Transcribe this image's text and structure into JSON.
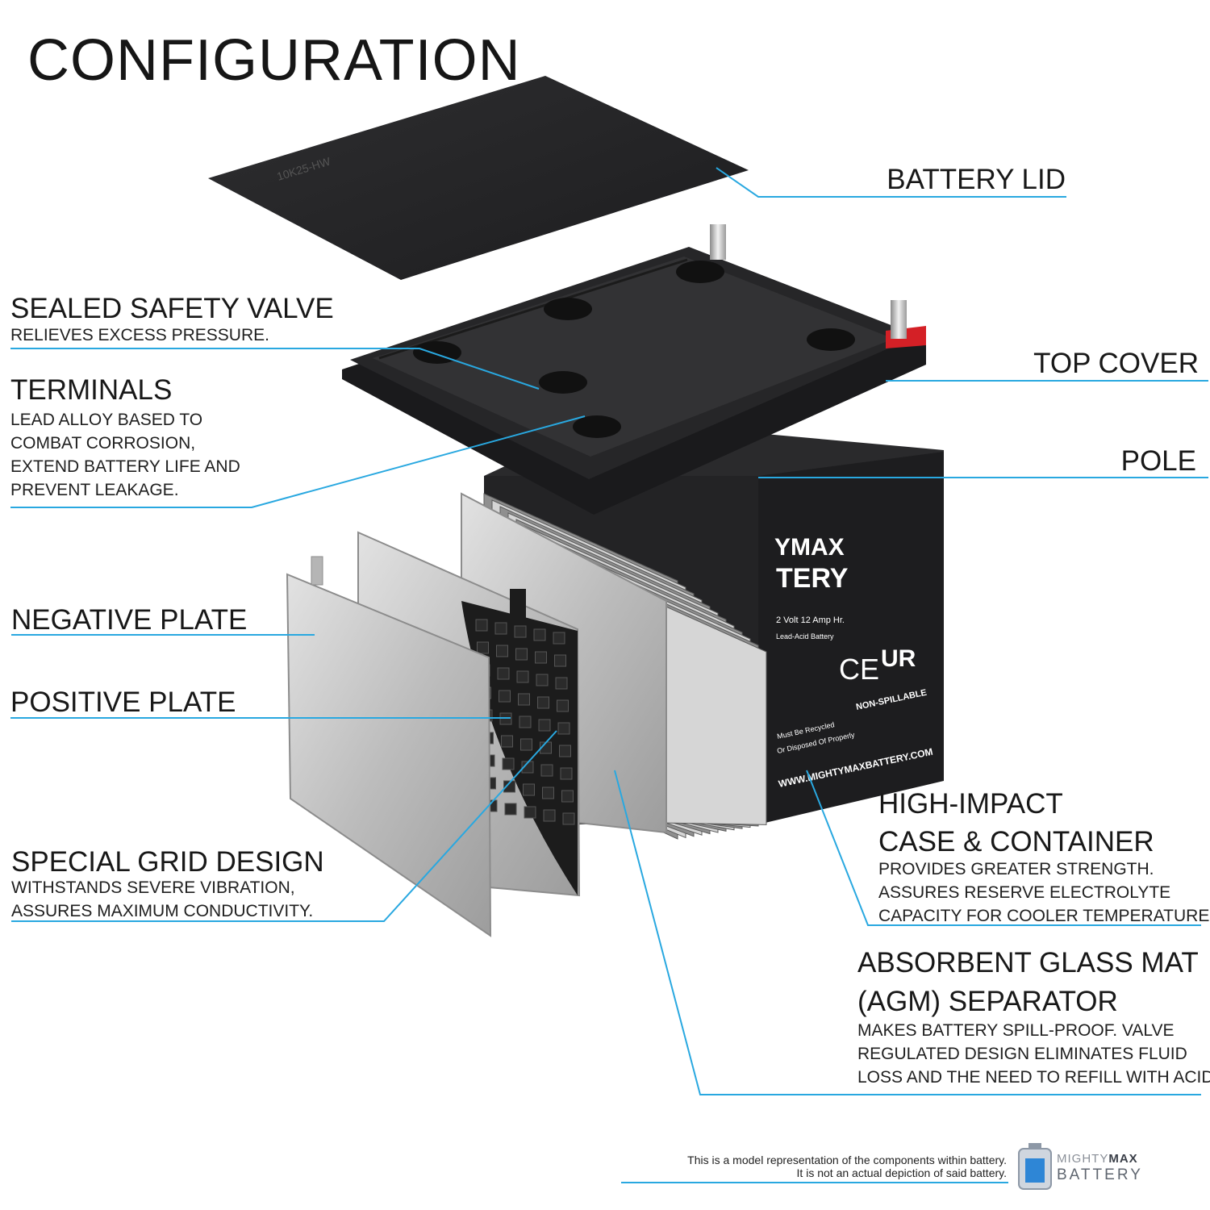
{
  "title": "CONFIGURATION",
  "colors": {
    "leader": "#29a8e0",
    "text": "#1a1a1a",
    "battery_body": "#1d1d1f",
    "plate": "#bfbfbf",
    "terminal_red": "#d42026"
  },
  "labels": {
    "battery_lid": "BATTERY LID",
    "sealed_valve": {
      "heading": "SEALED SAFETY VALVE",
      "desc": [
        "RELIEVES EXCESS PRESSURE."
      ]
    },
    "top_cover": "TOP COVER",
    "terminals": {
      "heading": "TERMINALS",
      "desc": [
        "LEAD ALLOY BASED TO",
        "COMBAT CORROSION,",
        "EXTEND BATTERY LIFE AND",
        "PREVENT LEAKAGE."
      ]
    },
    "pole": "POLE",
    "negative_plate": "NEGATIVE PLATE",
    "positive_plate": "POSITIVE PLATE",
    "grid": {
      "heading": "SPECIAL GRID DESIGN",
      "desc": [
        "WITHSTANDS SEVERE VIBRATION,",
        "ASSURES MAXIMUM CONDUCTIVITY."
      ]
    },
    "case": {
      "heading": [
        "HIGH-IMPACT",
        "CASE & CONTAINER"
      ],
      "desc": [
        "PROVIDES GREATER STRENGTH.",
        "ASSURES RESERVE ELECTROLYTE",
        "CAPACITY FOR COOLER TEMPERATURES."
      ]
    },
    "agm": {
      "heading": [
        "ABSORBENT GLASS MAT",
        "(AGM) SEPARATOR"
      ],
      "desc": [
        "MAKES BATTERY SPILL-PROOF. VALVE",
        "REGULATED DESIGN ELIMINATES FLUID",
        "LOSS AND THE NEED TO REFILL WITH ACID."
      ]
    }
  },
  "battery_print": {
    "lid_mark": "10K25-HW",
    "brand_line1": "YMAX",
    "brand_line2": "TERY",
    "spec": "2 Volt 12 Amp Hr.",
    "type": "Lead-Acid Battery",
    "ce": "CE",
    "ul": "UR",
    "non_spillable": "NON-SPILLABLE",
    "recycle": [
      "Must Be Recycled",
      "Or Disposed Of Properly"
    ],
    "url": "WWW.MIGHTYMAXBATTERY.COM"
  },
  "footer": {
    "note": [
      "This is a model representation of the components within battery.",
      "It is not an actual depiction of said battery."
    ],
    "logo": {
      "line1_a": "MIGHTY",
      "line1_b": "MAX",
      "line2": "BATTERY"
    }
  }
}
